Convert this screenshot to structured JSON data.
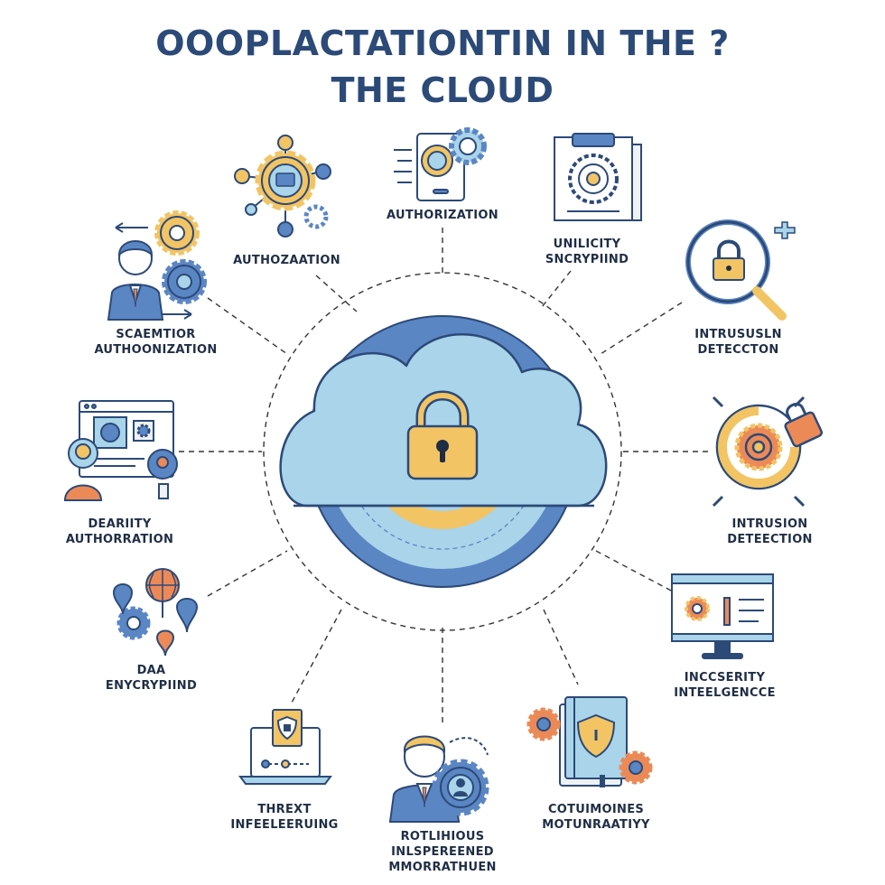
{
  "title": {
    "line1": "OOOPLACTATIONTIN IN THE ?",
    "line2": "THE CLOUD"
  },
  "colors": {
    "navy": "#2c4a78",
    "blue": "#5b86c4",
    "light_blue": "#a9d4e9",
    "yellow": "#f2c464",
    "orange": "#ec8a57",
    "dark": "#1f2e45"
  },
  "nodes": [
    {
      "id": "gear-network",
      "icon": "gear-network-icon",
      "lines": [
        "AUTHOZAATION"
      ]
    },
    {
      "id": "tablet-gears",
      "icon": "tablet-gear-icon",
      "lines": [
        "AUTHORIZATION"
      ]
    },
    {
      "id": "document-gear",
      "icon": "document-gear-icon",
      "lines": [
        "UNILICITY",
        "SNCRYPIIND"
      ]
    },
    {
      "id": "magnifier-lock",
      "icon": "magnifier-lock-icon",
      "lines": [
        "INTRUSUSLN",
        "DETECCTON"
      ]
    },
    {
      "id": "person-gears",
      "icon": "person-gears-icon",
      "lines": [
        "SCAEMTIOR",
        "AUTHOONIZATION"
      ]
    },
    {
      "id": "gauge-padlock",
      "icon": "gauge-padlock-icon",
      "lines": [
        "INTRUSION",
        "DETEECTION"
      ]
    },
    {
      "id": "browser-people",
      "icon": "browser-people-icon",
      "lines": [
        "DEARIITY",
        "AUTHORRATION"
      ]
    },
    {
      "id": "monitor-dashboard",
      "icon": "monitor-dashboard-icon",
      "lines": [
        "INCCSERITY",
        "INTEELGENCCE"
      ]
    },
    {
      "id": "network-pins",
      "icon": "network-pins-icon",
      "lines": [
        "DAA",
        "ENYCRYPIIND"
      ]
    },
    {
      "id": "laptop-shield",
      "icon": "laptop-shield-icon",
      "lines": [
        "THREXT",
        "INFEELEERUING"
      ]
    },
    {
      "id": "person-cog",
      "icon": "person-cog-icon",
      "lines": [
        "ROTLIHIOUS",
        "INLSPEREENED",
        "MMORRATHUEN"
      ]
    },
    {
      "id": "book-shield",
      "icon": "book-shield-icon",
      "lines": [
        "COTUIMOINES",
        "MOTUNRAATIYY"
      ]
    }
  ]
}
